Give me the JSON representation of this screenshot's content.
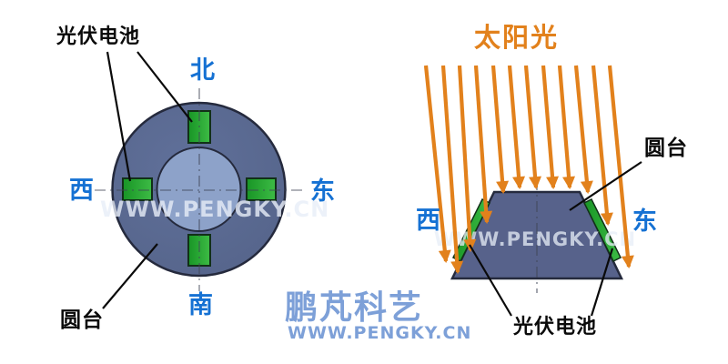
{
  "left_diagram": {
    "pv_cells_label": "光伏电池",
    "platform_label": "圆台",
    "compass": {
      "north": "北",
      "south": "南",
      "west": "西",
      "east": "东"
    },
    "watermark": "WWW.PENGKY.CN"
  },
  "right_diagram": {
    "sunlight_label": "太阳光",
    "platform_label": "圆台",
    "pv_cells_label": "光伏电池",
    "compass": {
      "west": "西",
      "east": "东"
    },
    "watermark": "WWW.PENGKY.CN"
  },
  "logo": {
    "name": "鹏芃科艺",
    "site": "WWW.PENGKY.CN"
  },
  "colors": {
    "platform_ring": "#5b6b92",
    "platform_top": "#8da2c9",
    "platform_side": "#57628b",
    "pv_cell_green": "#2aa930",
    "outline_dark": "#252a3d",
    "sunlight_orange": "#e2811c",
    "compass_blue": "#1571d3",
    "logo_blue": "#7da0d8",
    "label_black": "#0a0a0a"
  }
}
